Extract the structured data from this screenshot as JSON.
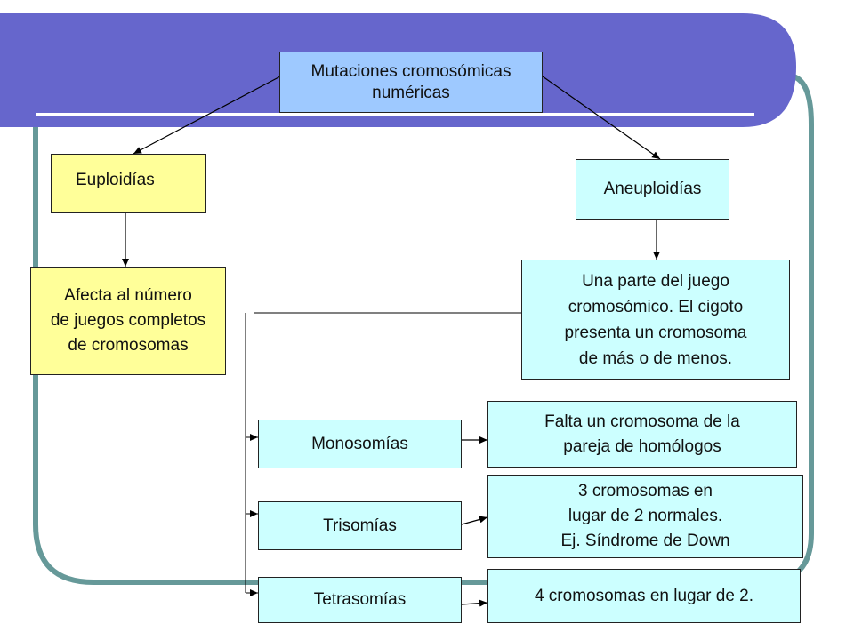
{
  "colors": {
    "header_band": "#6666cc",
    "frame": "#669999",
    "root_fill": "#9ec9ff",
    "euploid_fill": "#ffff99",
    "aneuploid_fill": "#ccffff"
  },
  "nodes": {
    "root": "Mutaciones cromosómicas\nnuméricas",
    "euploidias": "Euploidías",
    "aneuploidias": "Aneuploidías",
    "euploidias_desc": "Afecta al número\nde juegos completos\nde cromosomas",
    "aneuploidias_desc": "Una parte del juego\ncromosómico. El cigoto\npresenta un cromosoma\nde más o de menos.",
    "monosomias": "Monosomías",
    "monosomias_desc": "Falta un cromosoma de la\npareja de homólogos",
    "trisomias": "Trisomías",
    "trisomias_desc": "3 cromosomas en\nlugar de 2 normales.\nEj. Síndrome de Down",
    "tetrasomias": "Tetrasomías",
    "tetrasomias_desc": "4 cromosomas en lugar de 2."
  }
}
